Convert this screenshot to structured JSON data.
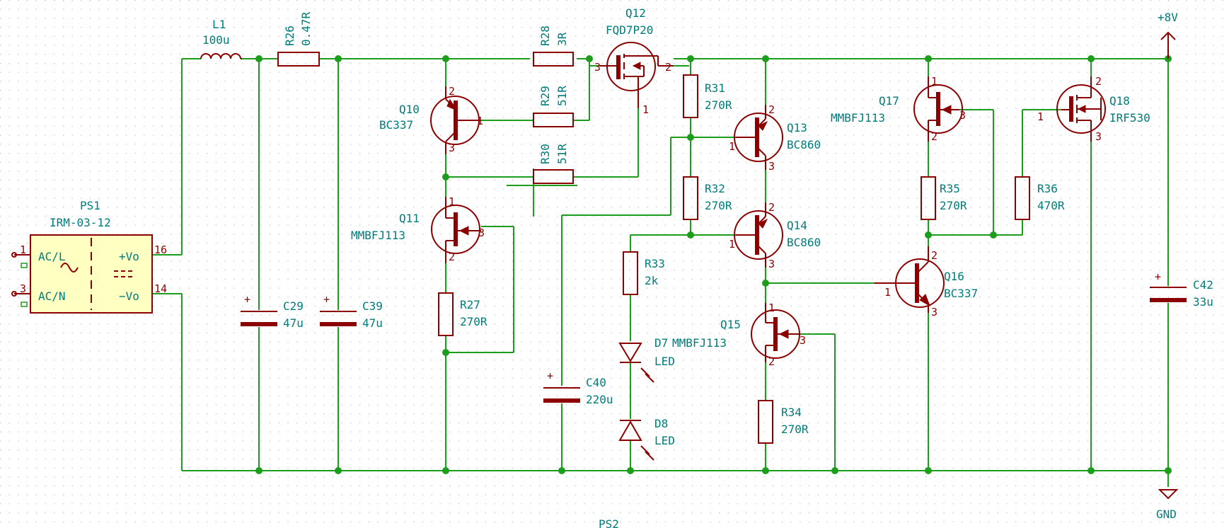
{
  "colors": {
    "wire": "#1c9e1c",
    "component": "#8b0000",
    "label": "#007c7c",
    "module_fill": "#ffffc2"
  },
  "power": {
    "vcc": "+8V",
    "gnd": "GND"
  },
  "components": {
    "ps1": {
      "ref": "PS1",
      "value": "IRM-03-12",
      "acl": "AC/L",
      "acn": "AC/N",
      "vop": "+Vo",
      "von": "−Vo",
      "p1": "1",
      "p3": "3",
      "p16": "16",
      "p14": "14"
    },
    "l1": {
      "ref": "L1",
      "value": "100u"
    },
    "r26": {
      "ref": "R26",
      "value": "0.47R"
    },
    "c29": {
      "ref": "C29",
      "value": "47u"
    },
    "c39": {
      "ref": "C39",
      "value": "47u"
    },
    "q10": {
      "ref": "Q10",
      "value": "BC337",
      "p1": "1",
      "p2": "2",
      "p3": "3"
    },
    "r28": {
      "ref": "R28",
      "value": "3R"
    },
    "r29": {
      "ref": "R29",
      "value": "51R"
    },
    "r30": {
      "ref": "R30",
      "value": "51R"
    },
    "q11": {
      "ref": "Q11",
      "value": "MMBFJ113",
      "p1": "1",
      "p2": "2",
      "p3": "3"
    },
    "r27": {
      "ref": "R27",
      "value": "270R"
    },
    "q12": {
      "ref": "Q12",
      "value": "FQD7P20",
      "p1": "1",
      "p2": "2",
      "p3": "3"
    },
    "c40": {
      "ref": "C40",
      "value": "220u"
    },
    "r31": {
      "ref": "R31",
      "value": "270R"
    },
    "r32": {
      "ref": "R32",
      "value": "270R"
    },
    "r33": {
      "ref": "R33",
      "value": "2k"
    },
    "d7": {
      "ref": "D7",
      "value": "LED"
    },
    "d8": {
      "ref": "D8",
      "value": "LED"
    },
    "q13": {
      "ref": "Q13",
      "value": "BC860",
      "p1": "1",
      "p2": "2",
      "p3": "3"
    },
    "q14": {
      "ref": "Q14",
      "value": "BC860",
      "p1": "1",
      "p2": "2",
      "p3": "3"
    },
    "q15": {
      "ref": "Q15",
      "value": "MMBFJ113",
      "p1": "1",
      "p2": "2",
      "p3": "3"
    },
    "r34": {
      "ref": "R34",
      "value": "270R"
    },
    "q16": {
      "ref": "Q16",
      "value": "BC337",
      "p1": "1",
      "p2": "2",
      "p3": "3"
    },
    "q17": {
      "ref": "Q17",
      "value": "MMBFJ113",
      "p1": "1",
      "p2": "2",
      "p3": "3"
    },
    "r35": {
      "ref": "R35",
      "value": "270R"
    },
    "r36": {
      "ref": "R36",
      "value": "470R"
    },
    "q18": {
      "ref": "Q18",
      "value": "IRF530",
      "p1": "1",
      "p2": "2",
      "p3": "3"
    },
    "c42": {
      "ref": "C42",
      "value": "33u"
    }
  },
  "offscreen": {
    "ps2": "PS2"
  }
}
